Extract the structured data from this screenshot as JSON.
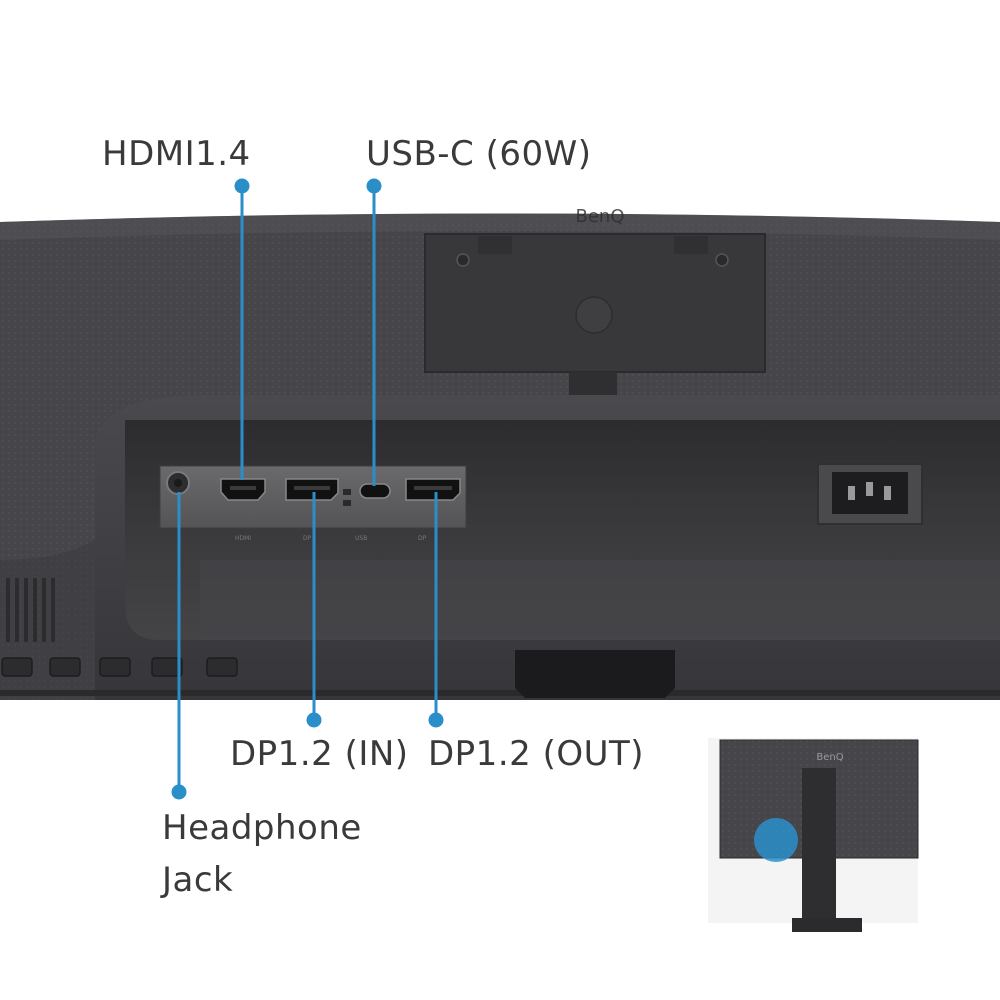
{
  "callouts": {
    "hdmi": "HDMI1.4",
    "usbc": "USB-C (60W)",
    "dp_in": "DP1.2 (IN)",
    "dp_out": "DP1.2 (OUT)",
    "headphone_line1": "Headphone",
    "headphone_line2": "Jack"
  },
  "inset": {
    "brand": "BenQ"
  },
  "colors": {
    "callout_line": "#2a8fc9",
    "monitor_body": "#3b3b3d",
    "port_panel": "#5a5a5c",
    "label_text": "#3a3a3a"
  }
}
